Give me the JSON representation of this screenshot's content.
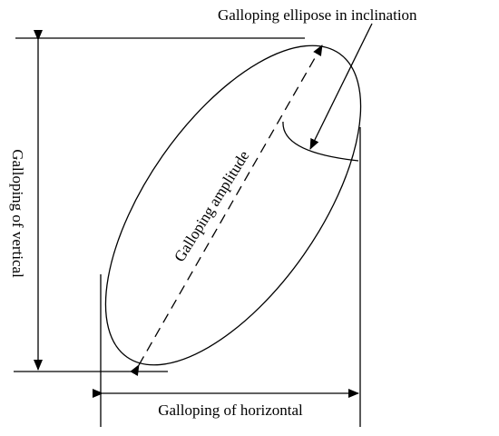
{
  "labels": {
    "inclination": "Galloping ellipose in inclination",
    "amplitude": "Galloping amplitude",
    "vertical": "Galloping of vertical",
    "horizontal": "Galloping of horizontal"
  }
}
